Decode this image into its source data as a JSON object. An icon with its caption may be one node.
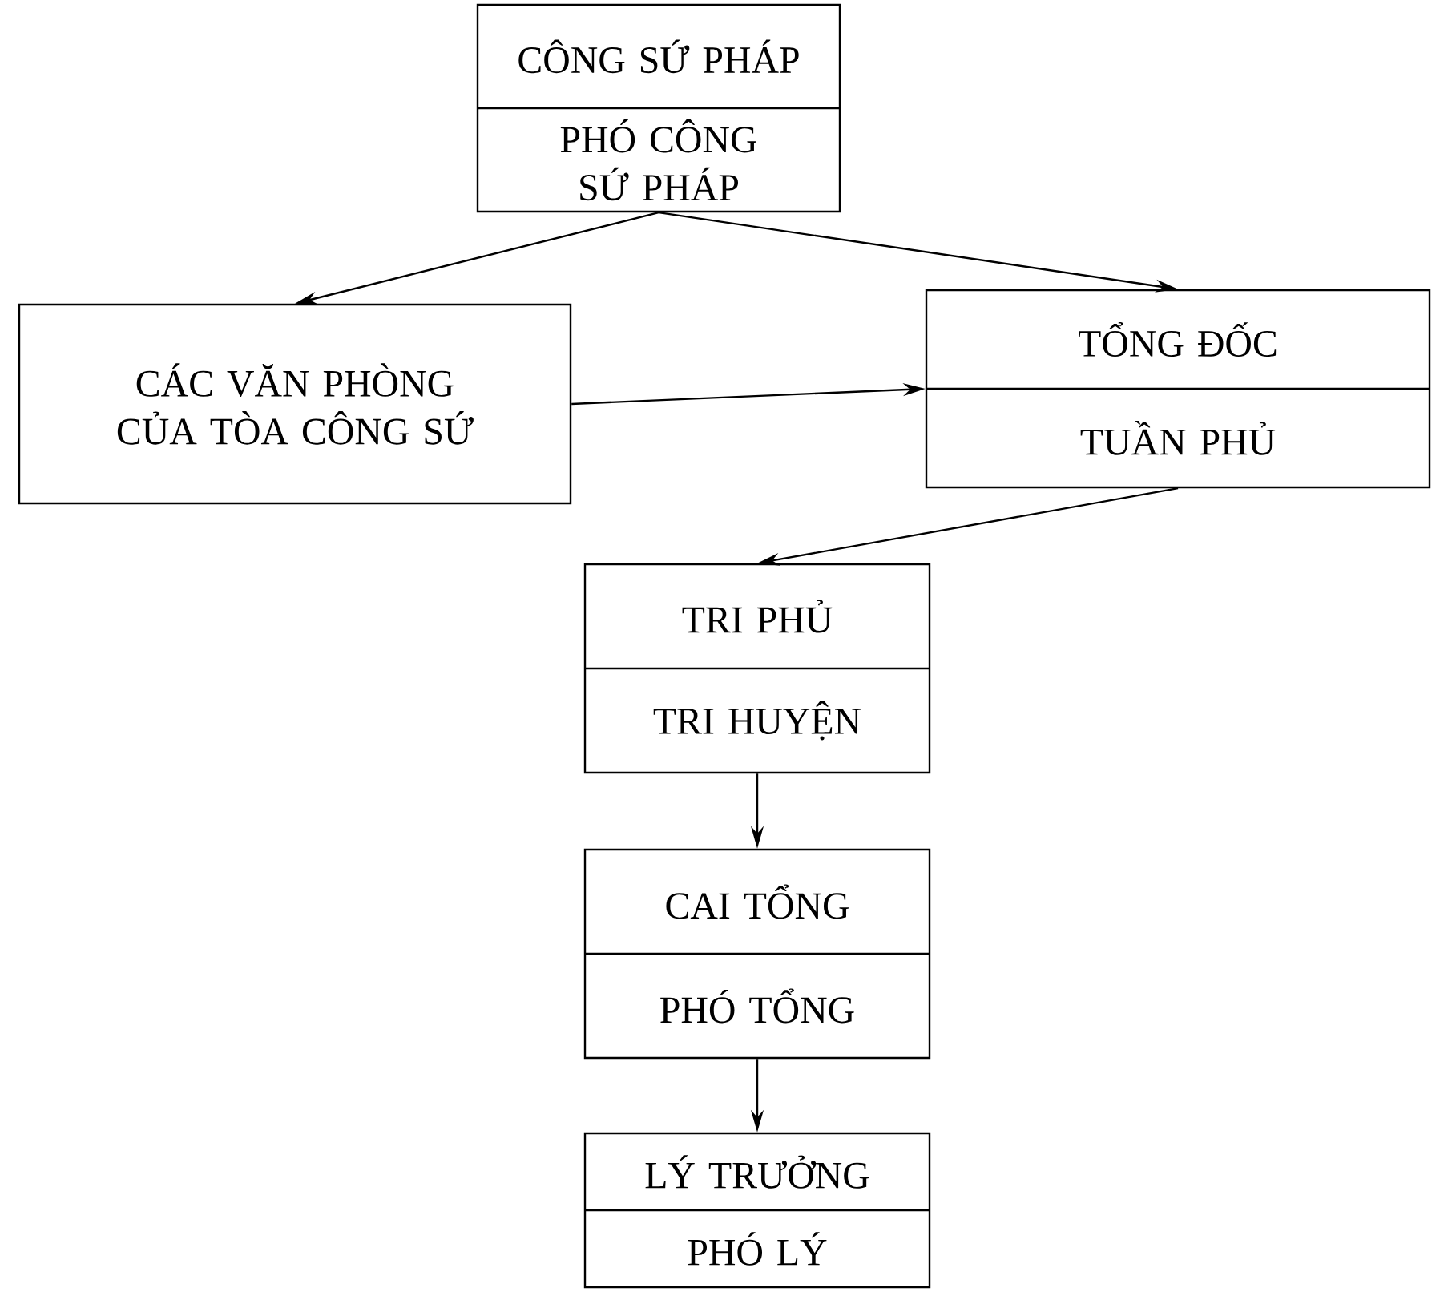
{
  "diagram": {
    "nodes": [
      {
        "text": [
          "CÔNG SỨ PHÁP",
          "PHÓ CÔNG SỨ PHÁP"
        ]
      },
      {
        "text": [
          "CÁC VĂN PHÒNG CỦA TÒA CÔNG SỨ"
        ]
      },
      {
        "text": [
          "TỔNG ĐỐC",
          "TUẦN PHỦ"
        ]
      },
      {
        "text": [
          "TRI PHỦ",
          "TRI HUYỆN"
        ]
      },
      {
        "text": [
          "CAI TỔNG",
          "PHÓ TỔNG"
        ]
      },
      {
        "text": [
          "LÝ TRƯỞNG",
          "PHÓ LÝ"
        ]
      }
    ],
    "edges": [
      {
        "from": 0,
        "to": 1,
        "arrow": "to"
      },
      {
        "from": 0,
        "to": 2,
        "arrow": "to"
      },
      {
        "from": 1,
        "to": 2,
        "arrow": "to"
      },
      {
        "from": 2,
        "to": 3,
        "arrow": "to"
      },
      {
        "from": 3,
        "to": 4,
        "arrow": "to"
      },
      {
        "from": 4,
        "to": 5,
        "arrow": "to"
      }
    ]
  }
}
